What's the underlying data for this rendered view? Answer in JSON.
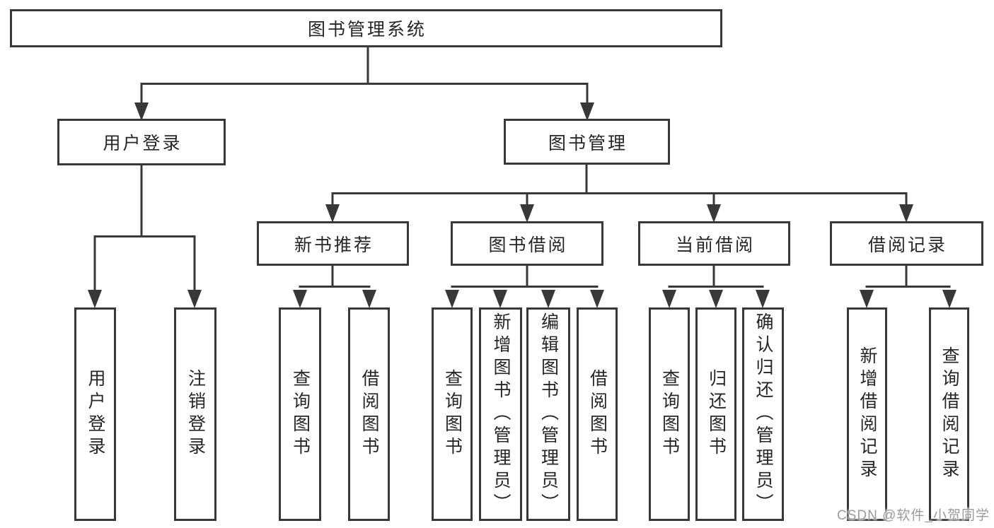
{
  "nodes": {
    "root": {
      "label": "图书管理系统"
    },
    "user_login": {
      "label": "用户登录"
    },
    "book_mgmt": {
      "label": "图书管理"
    },
    "new_book_rec": {
      "label": "新书推荐"
    },
    "book_borrow": {
      "label": "图书借阅"
    },
    "current_borrow": {
      "label": "当前借阅"
    },
    "borrow_record": {
      "label": "借阅记录"
    },
    "leaf_user_login": {
      "label": "用户登录"
    },
    "leaf_logout": {
      "label": "注销登录"
    },
    "leaf_query_book_rec": {
      "label": "查询图书"
    },
    "leaf_borrow_book_rec": {
      "label": "借阅图书"
    },
    "leaf_query_book_borrow": {
      "label": "查询图书"
    },
    "leaf_add_book": {
      "label": "新增图书（管理员）"
    },
    "leaf_edit_book": {
      "label": "编辑图书（管理员）"
    },
    "leaf_borrow_book_borrow": {
      "label": "借阅图书"
    },
    "leaf_query_book_current": {
      "label": "查询图书"
    },
    "leaf_return_book": {
      "label": "归还图书"
    },
    "leaf_confirm_return": {
      "label": "确认归还（管理员）"
    },
    "leaf_add_borrow_record": {
      "label": "新增借阅记录"
    },
    "leaf_query_borrow_record": {
      "label": "查询借阅记录"
    }
  },
  "hierarchy": {
    "图书管理系统": {
      "用户登录": [
        "用户登录",
        "注销登录"
      ],
      "图书管理": {
        "新书推荐": [
          "查询图书",
          "借阅图书"
        ],
        "图书借阅": [
          "查询图书",
          "新增图书（管理员）",
          "编辑图书（管理员）",
          "借阅图书"
        ],
        "当前借阅": [
          "查询图书",
          "归还图书",
          "确认归还（管理员）"
        ],
        "借阅记录": [
          "新增借阅记录",
          "查询借阅记录"
        ]
      }
    }
  },
  "watermark": {
    "text": "CSDN @软件_小贺同学"
  },
  "colors": {
    "line": "#383838",
    "box_border": "#383838",
    "text": "#262626",
    "watermark": "#9b9b9b",
    "background": "#ffffff"
  }
}
